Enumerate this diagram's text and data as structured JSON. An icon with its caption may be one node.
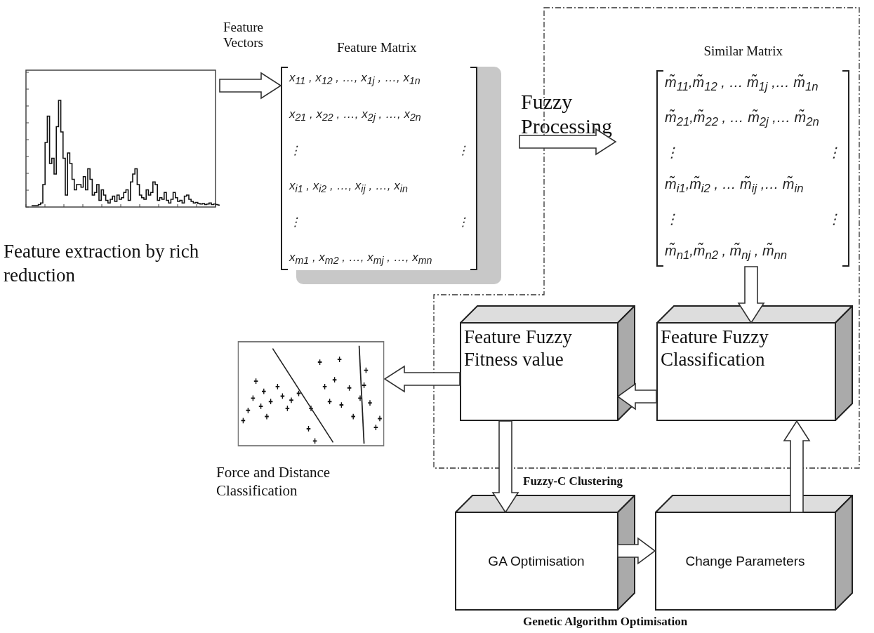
{
  "diagram": {
    "nodes": [
      {
        "text": [],
        "shape": "picture",
        "beside": [
          "Feature extraction by rich reduction"
        ]
      },
      {
        "text": [
          "Feature Matrix",
          "x$_{11}$ , x$_{12}$ , …, x$_{1j}$ , …, x$_{1n}$",
          "x$_{21}$ , x$_{22}$ , …, x$_{2j}$ , …, x$_{2n}$",
          "⋮",
          "⋮",
          "x$_{i1}$ , x$_{i2}$ , …, x$_{ij}$ , …, x$_{in}$",
          "⋮",
          "⋮",
          "x$_{m1}$ , x$_{m2}$ , …, x$_{mj}$ , …, x$_{mn}$"
        ]
      },
      {
        "text": [
          "Fuzzy-C Clustering"
        ]
      },
      {
        "text": [
          "Similar Matrix",
          "m̃$_{11}$,m̃$_{12}$ , … m̃$_{1j}$ ,… m̃$_{1n}$",
          "m̃$_{21}$,m̃$_{22}$ , … m̃$_{2j}$ ,… m̃$_{2n}$",
          "⋮",
          "⋮",
          "m̃$_{i1}$,m̃$_{i2}$ , … m̃$_{ij}$ ,… m̃$_{in}$",
          "⋮",
          "⋮",
          "m̃$_{n1}$,m̃$_{n2}$ , m̃$_{nj}$ , m̃$_{nn}$"
        ],
        "in": 2
      },
      {
        "text": [
          "Feature Fuzzy Classification"
        ],
        "in": 2
      },
      {
        "text": [
          "Feature Fuzzy Fitness value"
        ],
        "in": 2
      },
      {
        "text": [],
        "shape": "picture",
        "beside": [
          "Force and Distance Classification"
        ]
      },
      {
        "text": [
          "GA Optimisation"
        ]
      },
      {
        "text": [
          "Change Parameters"
        ]
      }
    ],
    "edges": [
      {
        "from": 0,
        "to": 1,
        "arrow": "to",
        "label": "Feature Vectors"
      },
      {
        "from": 1,
        "to": 3,
        "arrow": "to",
        "label": "Fuzzy Processing"
      },
      {
        "from": 3,
        "to": 4,
        "arrow": "to"
      },
      {
        "from": 4,
        "to": 5,
        "arrow": "to"
      },
      {
        "from": 5,
        "to": 6,
        "arrow": "to"
      },
      {
        "from": 5,
        "to": 7,
        "arrow": "to"
      },
      {
        "from": 7,
        "to": 8,
        "arrow": "to"
      },
      {
        "from": 8,
        "to": 4,
        "arrow": "to"
      }
    ],
    "labels": [
      "Genetic Algorithm Optimisation"
    ]
  }
}
